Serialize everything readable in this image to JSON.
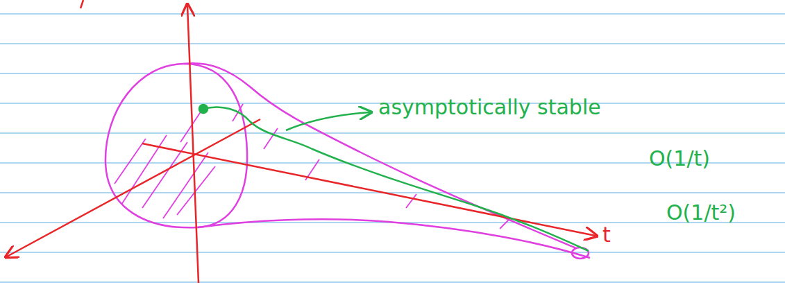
{
  "diagram": {
    "labels": [
      "asymptotically stable",
      "O(1/t)",
      "O(1/t²)",
      "t"
    ]
  }
}
